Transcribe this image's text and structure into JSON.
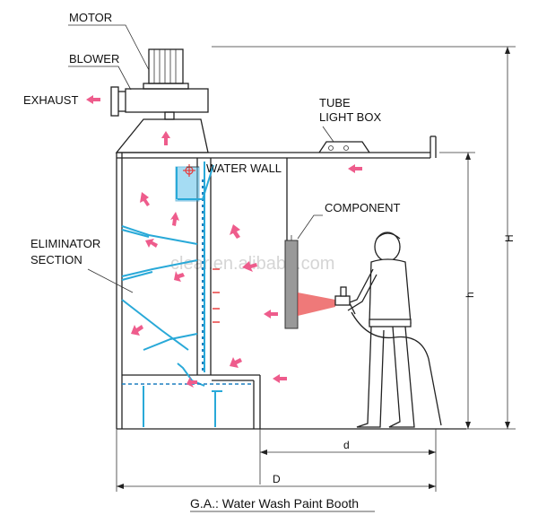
{
  "labels": {
    "motor": "MOTOR",
    "blower": "BLOWER",
    "exhaust": "EXHAUST",
    "tube": "TUBE",
    "light_box": "LIGHT BOX",
    "water_wall": "WATER WALL",
    "component": "COMPONENT",
    "eliminator": "ELIMINATOR",
    "section": "SECTION"
  },
  "dimensions": {
    "H": "H",
    "h": "h",
    "d": "d",
    "D": "D"
  },
  "watermark": "clear.en.alibaba.com",
  "caption": "G.A.: Water Wash Paint Booth",
  "colors": {
    "air_arrow": "#ee5c8c",
    "water": "#29a9d8",
    "spray": "#e84040"
  }
}
